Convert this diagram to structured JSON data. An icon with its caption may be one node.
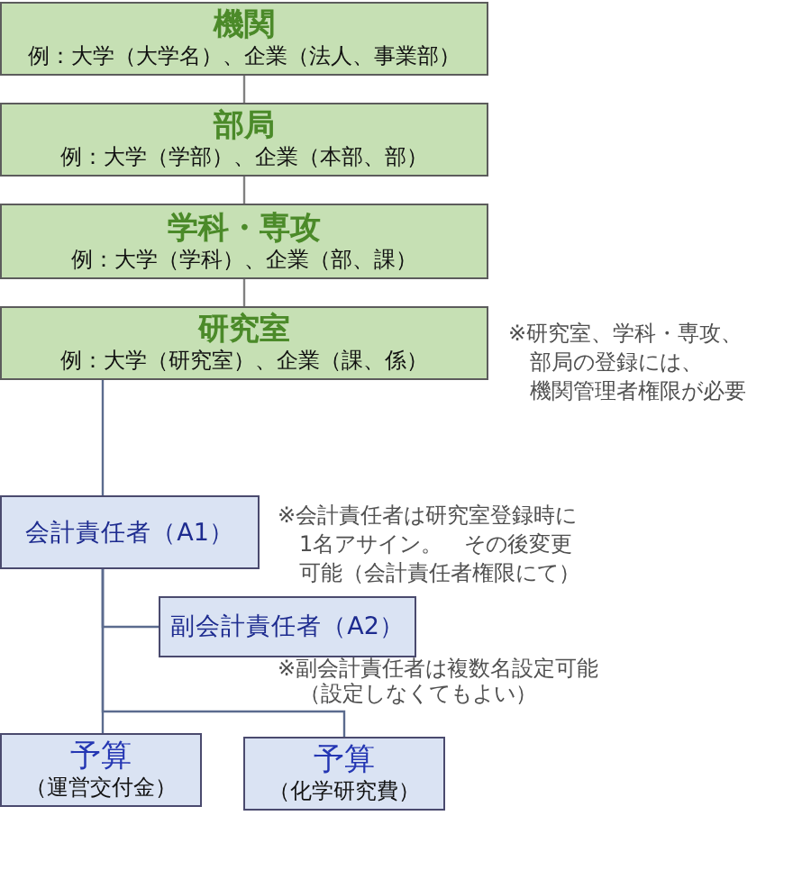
{
  "diagram": {
    "nodes": [
      {
        "text": [
          "機関",
          "例：大学（大学名）、企業（法人、事業部）"
        ]
      },
      {
        "text": [
          "部局",
          "例：大学（学部）、企業（本部、部）"
        ]
      },
      {
        "text": [
          "学科・専攻",
          "例：大学（学科）、企業（部、課）"
        ]
      },
      {
        "text": [
          "研究室",
          "例：大学（研究室）、企業（課、係）"
        ]
      },
      {
        "text": [
          "会計責任者（A1）"
        ]
      },
      {
        "text": [
          "副会計責任者（A2）"
        ]
      },
      {
        "text": [
          "予算",
          "（運営交付金）"
        ]
      },
      {
        "text": [
          "予算",
          "（化学研究費）"
        ]
      }
    ],
    "edges": [
      {
        "from": 0,
        "to": 1,
        "arrow": "none",
        "color": "#808080"
      },
      {
        "from": 1,
        "to": 2,
        "arrow": "none",
        "color": "#808080"
      },
      {
        "from": 2,
        "to": 3,
        "arrow": "none",
        "color": "#808080"
      },
      {
        "from": 3,
        "to": 4,
        "arrow": "none"
      },
      {
        "from": 4,
        "to": 5,
        "arrow": "none"
      },
      {
        "from": 4,
        "to": 6,
        "arrow": "none"
      },
      {
        "from": 4,
        "to": 7,
        "arrow": "none"
      }
    ],
    "labels": [
      "※研究室、学科・専攻、部局の登録には、機関管理者権限が必要",
      "※会計責任者は研究室登録時に1名アサイン。　その後変更可能（会計責任者権限にて）",
      "※副会計責任者は複数名設定可能（設定しなくてもよい）"
    ]
  }
}
